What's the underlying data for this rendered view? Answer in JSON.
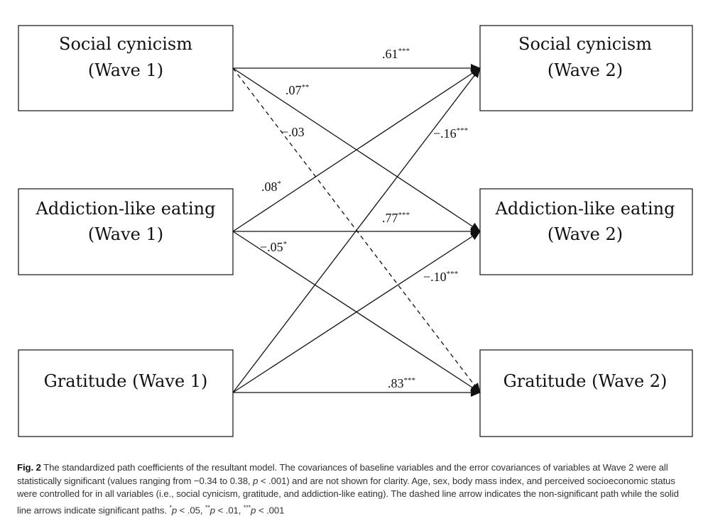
{
  "nodes": {
    "sc1": {
      "line1": "Social cynicism",
      "line2": "(Wave 1)"
    },
    "ae1": {
      "line1": "Addiction-like eating",
      "line2": "(Wave 1)"
    },
    "gr1": {
      "line1": "Gratitude (Wave 1)"
    },
    "sc2": {
      "line1": "Social cynicism",
      "line2": "(Wave 2)"
    },
    "ae2": {
      "line1": "Addiction-like eating",
      "line2": "(Wave 2)"
    },
    "gr2": {
      "line1": "Gratitude (Wave 2)"
    }
  },
  "paths": {
    "sc1_sc2": {
      "value": ".61",
      "stars": "***"
    },
    "sc1_ae2": {
      "value": ".07",
      "stars": "**"
    },
    "sc1_gr2": {
      "value": "−.03",
      "stars": ""
    },
    "ae1_sc2": {
      "value": ".08",
      "stars": "*"
    },
    "ae1_ae2": {
      "value": ".77",
      "stars": "***"
    },
    "ae1_gr2": {
      "value": "−.05",
      "stars": "*"
    },
    "gr1_sc2": {
      "value": "−.16",
      "stars": "***"
    },
    "gr1_ae2": {
      "value": "−.10",
      "stars": "***"
    },
    "gr1_gr2": {
      "value": ".83",
      "stars": "***"
    }
  },
  "caption": {
    "fig_label": "Fig. 2",
    "text_main": "The standardized path coefficients of the resultant model. The covariances of baseline variables and the error covariances of variables at Wave 2 were all statistically significant (values ranging from −0.34 to 0.38, ",
    "p_italic_1": "p",
    "text_mid": " < .001) and are not shown for clarity. Age, sex, body mass index, and perceived socioeconomic status were controlled for in all variables (i.e., social cynicism, gratitude, and addiction-like eating). The dashed line arrow indicates the non-significant path while the solid line arrows indicate significant paths. ",
    "sig1_star": "*",
    "sig1_text": " < .05, ",
    "sig2_star": "**",
    "sig2_text": " < .01, ",
    "sig3_star": "***",
    "sig3_text": " < .001",
    "p_letter": "p"
  }
}
